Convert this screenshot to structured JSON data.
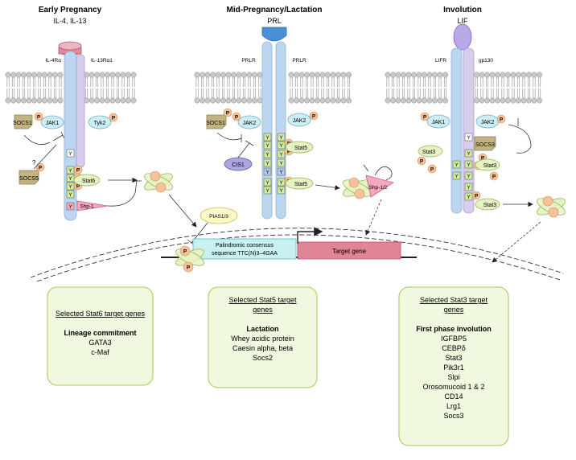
{
  "panels": {
    "early": {
      "title": "Early Pregnancy",
      "ligand": "IL-4, IL-13",
      "receptor_left": "IL-4Rα",
      "receptor_right": "IL-13Rα1",
      "kinase_left": "JAK1",
      "kinase_right": "Tyk2",
      "socs_top": "SOCS1",
      "socs_bottom": "SOCS5",
      "question": "?",
      "stat": "Stat6",
      "phosphatase": "Shp-1"
    },
    "mid": {
      "title": "Mid-Pregnancy/Lactation",
      "ligand": "PRL",
      "receptor_left": "PRLR",
      "receptor_right": "PRLR",
      "kinase_left": "JAK2",
      "kinase_right": "JAK2",
      "socs": "SOCS1",
      "cis": "CIS1",
      "stat_top": "Stat5",
      "stat_bottom": "Stat5",
      "phosphatase": "Shp-1/2"
    },
    "involution": {
      "title": "Involution",
      "ligand": "LIF",
      "receptor_left": "LIFR",
      "receptor_right": "gp130",
      "kinase_left": "JAK1",
      "kinase_right": "JAK2",
      "socs": "SOCS3",
      "stat_a": "Stat3",
      "stat_b": "Stat3",
      "stat_c": "Stat3"
    }
  },
  "common": {
    "p": "P",
    "y": "Y"
  },
  "nucleus": {
    "pias": "PIAS1/3",
    "promoter_line1": "Palindromic consensus",
    "promoter_line2": "sequence TTC(N)3–4GAA",
    "target_gene": "Target gene"
  },
  "boxes": [
    {
      "title_lines": [
        "Selected Stat6 target genes"
      ],
      "heading": "Lineage commitment",
      "items": [
        "GATA3",
        "c-Maf"
      ]
    },
    {
      "title_lines": [
        "Selected Stat5 target",
        "genes"
      ],
      "heading": "Lactation",
      "items": [
        "Whey acidic protein",
        "Caesin alpha, beta",
        "Socs2"
      ]
    },
    {
      "title_lines": [
        "Selected Stat3 target",
        "genes"
      ],
      "heading": "First phase involution",
      "items": [
        "IGFBP5",
        "CEBPδ",
        "Stat3",
        "Pik3r1",
        "Slpi",
        "Orosomucoid 1 & 2",
        "CD14",
        "Lrg1",
        "Socs3"
      ]
    }
  ],
  "colors": {
    "receptor_blue": "#bcd6f0",
    "receptor_lilac": "#d9cdec",
    "jak": "#cdeef6",
    "phospho": "#f5c29a",
    "socs": "#c2b482",
    "stat": "#e6f2c4",
    "tyr": "#d3eda0",
    "shp": "#f4a9ba",
    "nucleus_box": "#f0f8df",
    "box_border": "#a3cf5c",
    "promoter": "#c9f1f1",
    "target": "#e08596"
  }
}
